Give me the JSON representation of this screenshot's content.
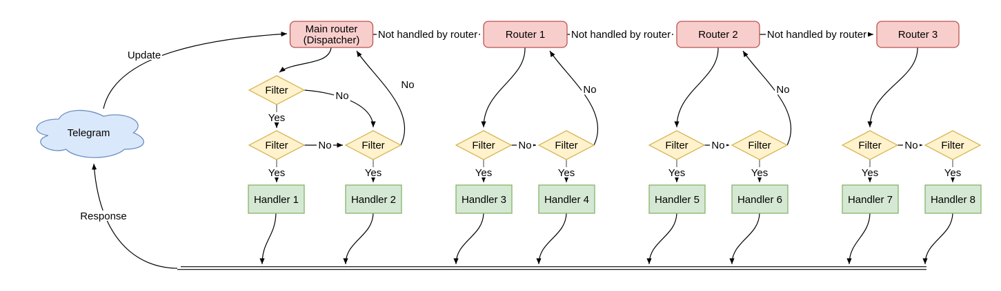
{
  "diagram": {
    "source": {
      "label": "Telegram"
    },
    "dispatcher": {
      "label_line1": "Main router",
      "label_line2": "(Dispatcher)"
    },
    "routers": [
      "Router 1",
      "Router 2",
      "Router 3"
    ],
    "filter_label": "Filter",
    "handlers": [
      "Handler 1",
      "Handler 2",
      "Handler 3",
      "Handler 4",
      "Handler 5",
      "Handler 6",
      "Handler 7",
      "Handler 8"
    ],
    "edge_labels": {
      "update": "Update",
      "response": "Response",
      "not_handled": "Not handled by router",
      "yes": "Yes",
      "no": "No"
    }
  },
  "colors": {
    "background": "#ffffff",
    "edge": "#000000",
    "edge_soft": "#757575",
    "text": "#000000",
    "cloud_fill": "#dae8fc",
    "cloud_stroke": "#6c8ebf",
    "router_fill": "#f8cecc",
    "router_stroke": "#b85450",
    "filter_fill": "#fff2cc",
    "filter_stroke": "#d6b656",
    "handler_fill": "#d5e8d4",
    "handler_stroke": "#82b366"
  }
}
